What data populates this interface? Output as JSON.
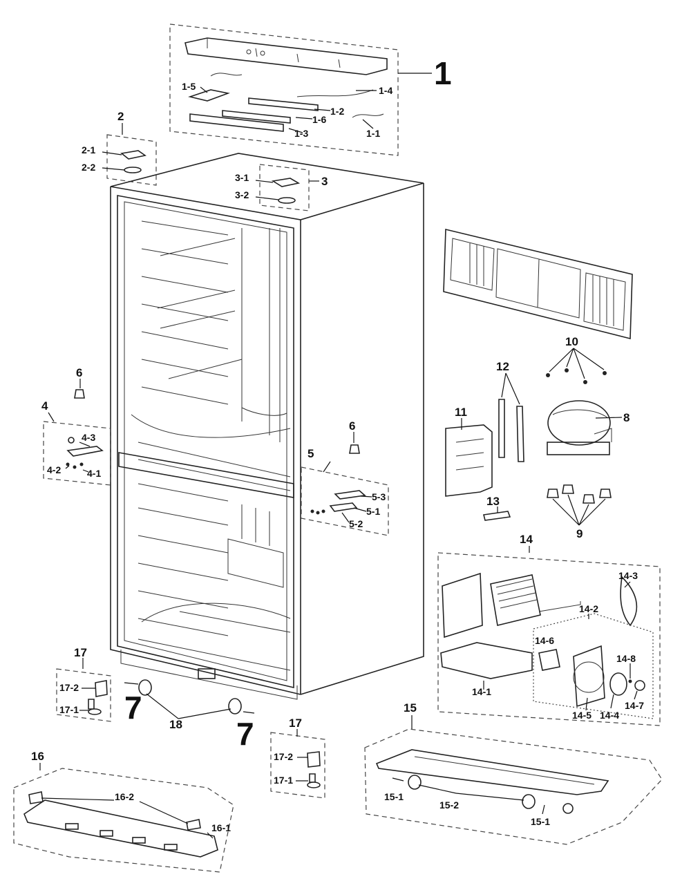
{
  "callouts": {
    "c1": "1",
    "c1_1": "1-1",
    "c1_2": "1-2",
    "c1_3": "1-3",
    "c1_4": "1-4",
    "c1_5": "1-5",
    "c1_6": "1-6",
    "c2": "2",
    "c2_1": "2-1",
    "c2_2": "2-2",
    "c3": "3",
    "c3_1": "3-1",
    "c3_2": "3-2",
    "c4": "4",
    "c4_1": "4-1",
    "c4_2": "4-2",
    "c4_3": "4-3",
    "c5": "5",
    "c5_1": "5-1",
    "c5_2": "5-2",
    "c5_3": "5-3",
    "c6a": "6",
    "c6b": "6",
    "c7a": "7",
    "c7b": "7",
    "c8": "8",
    "c9": "9",
    "c10": "10",
    "c11": "11",
    "c12": "12",
    "c13": "13",
    "c14": "14",
    "c14_1": "14-1",
    "c14_2": "14-2",
    "c14_3": "14-3",
    "c14_4": "14-4",
    "c14_5": "14-5",
    "c14_6": "14-6",
    "c14_7": "14-7",
    "c14_8": "14-8",
    "c15": "15",
    "c15_1a": "15-1",
    "c15_1b": "15-1",
    "c15_2": "15-2",
    "c16": "16",
    "c16_1": "16-1",
    "c16_2": "16-2",
    "c17a": "17",
    "c17_1a": "17-1",
    "c17_2a": "17-2",
    "c17b": "17",
    "c17_1b": "17-1",
    "c17_2b": "17-2",
    "c18": "18"
  }
}
